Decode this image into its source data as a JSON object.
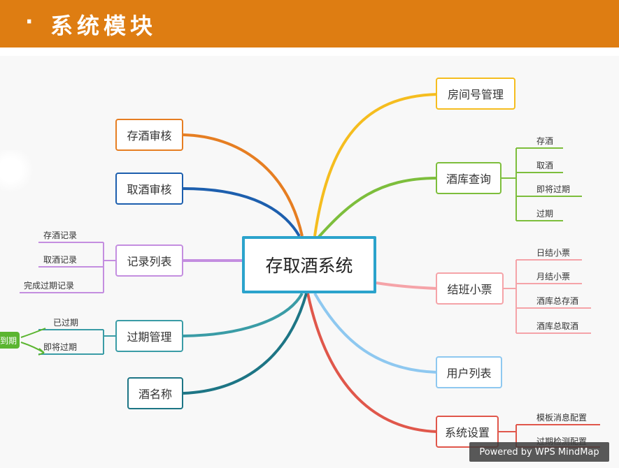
{
  "header": {
    "bullet": "·",
    "title": "系统模块"
  },
  "diagram": {
    "root": "存取酒系统",
    "right": [
      {
        "id": "room",
        "label": "房间号管理",
        "color": "#F5BD1F",
        "children": []
      },
      {
        "id": "stock",
        "label": "酒库查询",
        "color": "#7DBE3C",
        "children": [
          "存酒",
          "取酒",
          "即将过期",
          "过期"
        ]
      },
      {
        "id": "shift",
        "label": "结班小票",
        "color": "#F5A3A8",
        "children": [
          "日结小票",
          "月结小票",
          "酒库总存酒",
          "酒库总取酒"
        ]
      },
      {
        "id": "users",
        "label": "用户列表",
        "color": "#8EC8F0",
        "children": []
      },
      {
        "id": "settings",
        "label": "系统设置",
        "color": "#E0574B",
        "children": [
          "模板消息配置",
          "过期检测配置"
        ]
      }
    ],
    "left": [
      {
        "id": "store-review",
        "label": "存酒审核",
        "color": "#E67E22",
        "children": []
      },
      {
        "id": "take-review",
        "label": "取酒审核",
        "color": "#1D5FAE",
        "children": []
      },
      {
        "id": "records",
        "label": "记录列表",
        "color": "#C48EE0",
        "children": [
          "存酒记录",
          "取酒记录",
          "完成过期记录"
        ]
      },
      {
        "id": "expiry",
        "label": "过期管理",
        "color": "#3A9CA6",
        "children": [
          "已过期",
          "即将过期"
        ]
      },
      {
        "id": "names",
        "label": "酒名称",
        "color": "#1D7585",
        "children": []
      }
    ]
  },
  "side_tag": "到期",
  "watermark": "Powered by WPS MindMap"
}
